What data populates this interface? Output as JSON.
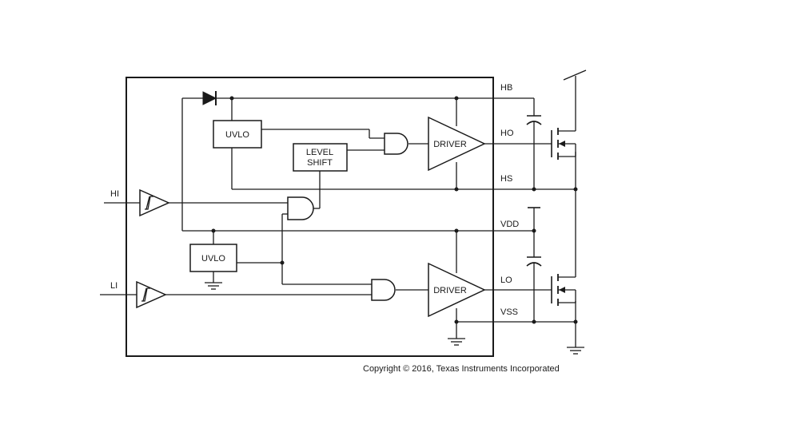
{
  "pins": {
    "hb": "HB",
    "ho": "HO",
    "hs": "HS",
    "vdd": "VDD",
    "lo": "LO",
    "vss": "VSS",
    "hi": "HI",
    "li": "LI"
  },
  "blocks": {
    "uvlo_high": "UVLO",
    "uvlo_low": "UVLO",
    "level_shift_line1": "LEVEL",
    "level_shift_line2": "SHIFT",
    "driver_high": "DRIVER",
    "driver_low": "DRIVER"
  },
  "copyright": "Copyright © 2016, Texas Instruments Incorporated"
}
